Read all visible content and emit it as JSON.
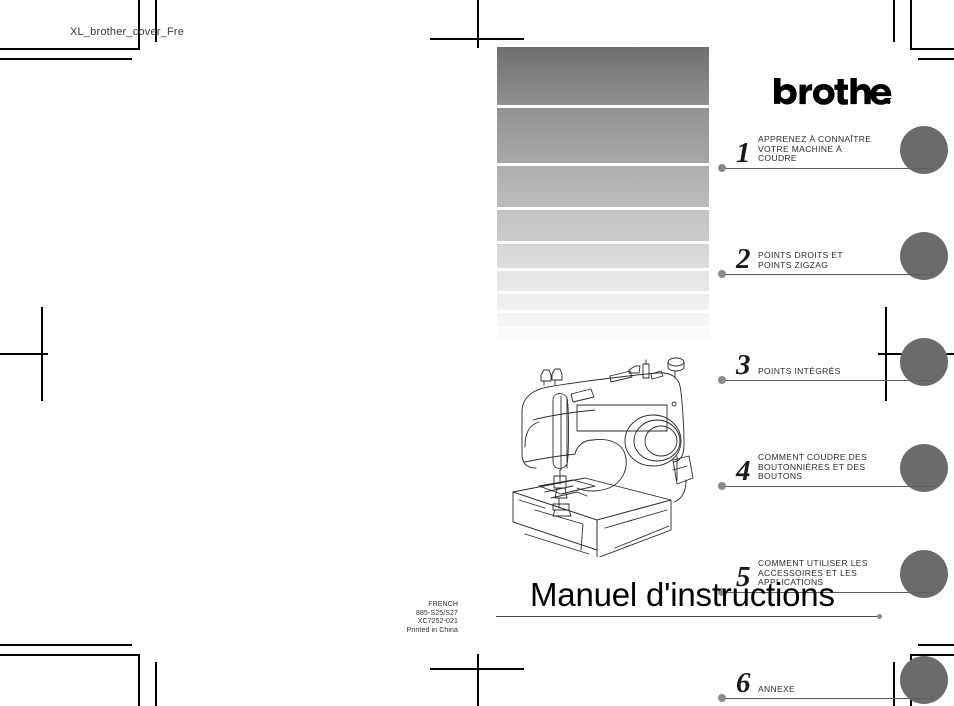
{
  "page": {
    "file_slug": "XL_brother_cover_Fre",
    "title": "Manuel d'instructions",
    "brand": "brother",
    "brand_mark": "registered-dot"
  },
  "colors": {
    "chapter_circle": "#6b6b6b",
    "chapter_rule": "#5e5e5e",
    "band_top_dark": "#6e6e6e",
    "band_bottom_light": "#fbfbfb",
    "text": "#2b2b2b",
    "title": "#000000",
    "crop_mark": "#000000"
  },
  "bands": [
    {
      "height": 58,
      "from": "#6f6f6f",
      "to": "#909090"
    },
    {
      "height": 55,
      "from": "#929292",
      "to": "#a8a8a8"
    },
    {
      "height": 41,
      "from": "#aeaeae",
      "to": "#bcbcbc"
    },
    {
      "height": 31,
      "from": "#c2c2c2",
      "to": "#cccccc"
    },
    {
      "height": 24,
      "from": "#d5d5d5",
      "to": "#dddddd"
    },
    {
      "height": 20,
      "from": "#e4e4e4",
      "to": "#e9e9e9"
    },
    {
      "height": 16,
      "from": "#eeeeee",
      "to": "#f1f1f1"
    },
    {
      "height": 13,
      "from": "#f4f4f4",
      "to": "#f6f6f6"
    },
    {
      "height": 10,
      "from": "#f9f9f9",
      "to": "#fbfbfb"
    }
  ],
  "chapters": [
    {
      "number": "1",
      "label": "APPRENEZ À CONNAÎTRE\nVOTRE MACHINE À\nCOUDRE"
    },
    {
      "number": "2",
      "label": "POINTS DROITS ET\nPOINTS ZIGZAG"
    },
    {
      "number": "3",
      "label": "POINTS INTÉGRÉS"
    },
    {
      "number": "4",
      "label": "COMMENT COUDRE DES\nBOUTONNIÈRES ET DES\nBOUTONS"
    },
    {
      "number": "5",
      "label": "COMMENT UTILISER LES\nACCESSOIRES ET LES\nAPPLICATIONS"
    },
    {
      "number": "6",
      "label": "ANNEXE"
    }
  ],
  "colophon": {
    "language": "FRENCH",
    "model_code": "885-S25/S27",
    "part_number": "XC7252-021",
    "origin": "Printed in China"
  },
  "illustration": {
    "name": "sewing-machine-line-art"
  }
}
